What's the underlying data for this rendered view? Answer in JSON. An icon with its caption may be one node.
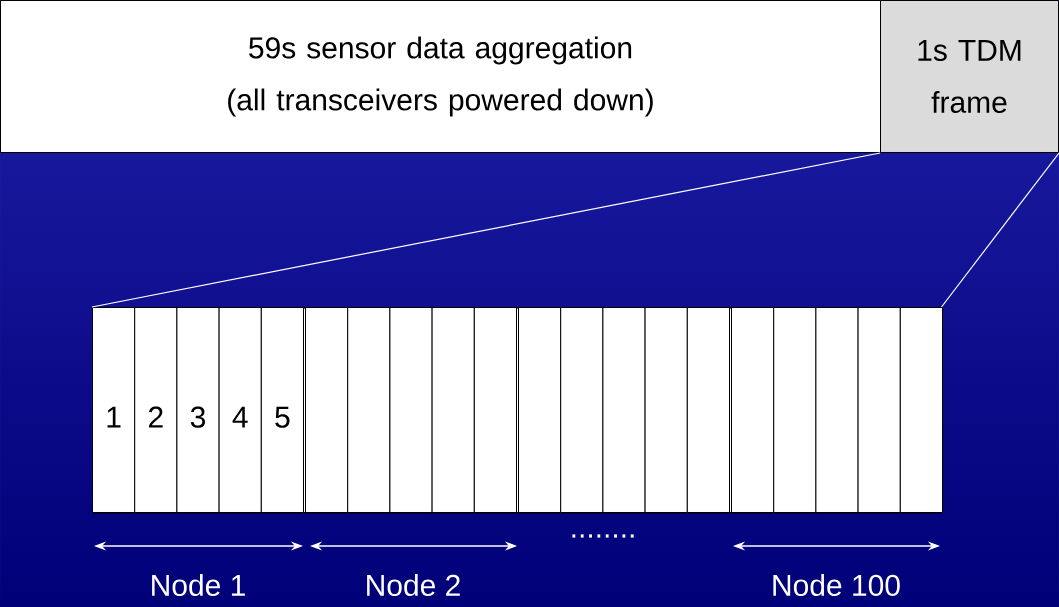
{
  "diagram": {
    "nodes": [
      {
        "text": [
          "59s sensor data aggregation (all transceivers powered down)"
        ]
      },
      {
        "text": [
          "1s TDM frame"
        ]
      },
      {
        "text": [],
        "shape": "box"
      },
      {
        "text": [
          "1"
        ],
        "in": 2
      },
      {
        "text": [
          "2"
        ],
        "in": 2
      },
      {
        "text": [
          "3"
        ],
        "in": 2
      },
      {
        "text": [
          "4"
        ],
        "in": 2
      },
      {
        "text": [
          "5"
        ],
        "in": 2
      },
      {
        "text": [],
        "shape": "box",
        "in": 2
      },
      {
        "text": [],
        "shape": "box",
        "in": 2
      },
      {
        "text": [],
        "shape": "box",
        "in": 2
      },
      {
        "text": [],
        "shape": "box",
        "in": 2
      },
      {
        "text": [],
        "shape": "box",
        "in": 2
      },
      {
        "text": [],
        "shape": "box",
        "in": 2
      },
      {
        "text": [],
        "shape": "box",
        "in": 2
      },
      {
        "text": [],
        "shape": "box",
        "in": 2
      },
      {
        "text": [],
        "shape": "box",
        "in": 2
      },
      {
        "text": [],
        "shape": "box",
        "in": 2
      },
      {
        "text": [],
        "shape": "box",
        "in": 2
      },
      {
        "text": [],
        "shape": "box",
        "in": 2
      },
      {
        "text": [],
        "shape": "box",
        "in": 2
      },
      {
        "text": [],
        "shape": "box",
        "in": 2
      },
      {
        "text": [],
        "shape": "box",
        "in": 2
      }
    ],
    "edges": [
      {
        "from": 1,
        "to": 2,
        "arrow": "none"
      },
      {
        "from": 1,
        "to": 2,
        "arrow": "none"
      }
    ],
    "labels": [
      "Node 1",
      "Node 2",
      "........",
      "Node 100"
    ]
  }
}
